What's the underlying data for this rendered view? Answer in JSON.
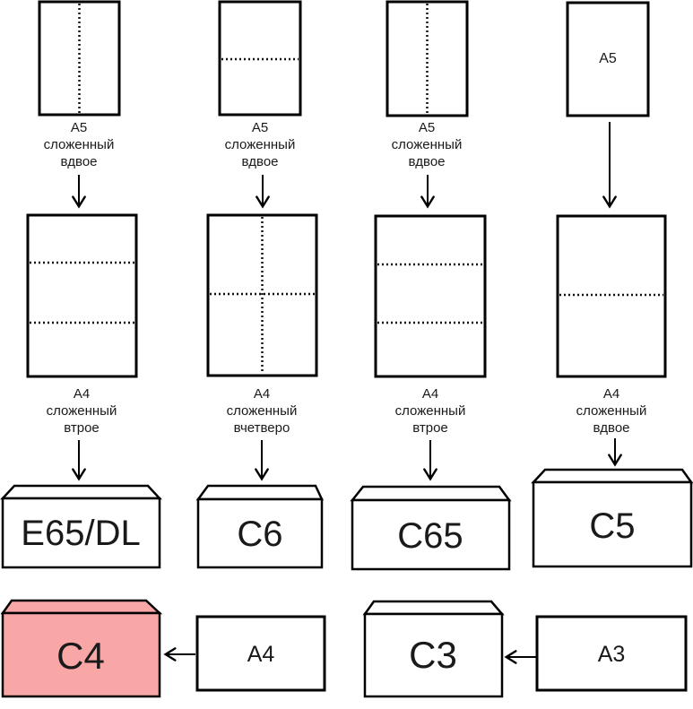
{
  "colors": {
    "stroke": "#000000",
    "c4_fill": "#F9A6A6",
    "paper_fill": "#FFFFFF"
  },
  "row1": {
    "sheets": [
      {
        "fold": "vertical",
        "caption": [
          "A5",
          "сложенный",
          "вдвое"
        ]
      },
      {
        "fold": "horizontal",
        "caption": [
          "A5",
          "сложенный",
          "вдвое"
        ]
      },
      {
        "fold": "vertical",
        "caption": [
          "A5",
          "сложенный",
          "вдвое"
        ]
      },
      {
        "fold": "none",
        "inner_label": "A5"
      }
    ]
  },
  "row2": {
    "sheets": [
      {
        "fold": "two-horizontal",
        "caption": [
          "A4",
          "сложенный",
          "втрое"
        ]
      },
      {
        "fold": "cross",
        "caption": [
          "A4",
          "сложенный",
          "вчетверо"
        ]
      },
      {
        "fold": "two-horizontal",
        "caption": [
          "A4",
          "сложенный",
          "втрое"
        ]
      },
      {
        "fold": "one-horizontal",
        "caption": [
          "A4",
          "сложенный",
          "вдвое"
        ]
      }
    ]
  },
  "row3": {
    "envelopes": [
      {
        "label": "E65/DL"
      },
      {
        "label": "C6"
      },
      {
        "label": "C65"
      },
      {
        "label": "C5"
      }
    ]
  },
  "row4": {
    "envelope_c4": {
      "label": "C4"
    },
    "sheet_a4": {
      "label": "A4"
    },
    "envelope_c3": {
      "label": "C3"
    },
    "sheet_a3": {
      "label": "A3"
    }
  }
}
